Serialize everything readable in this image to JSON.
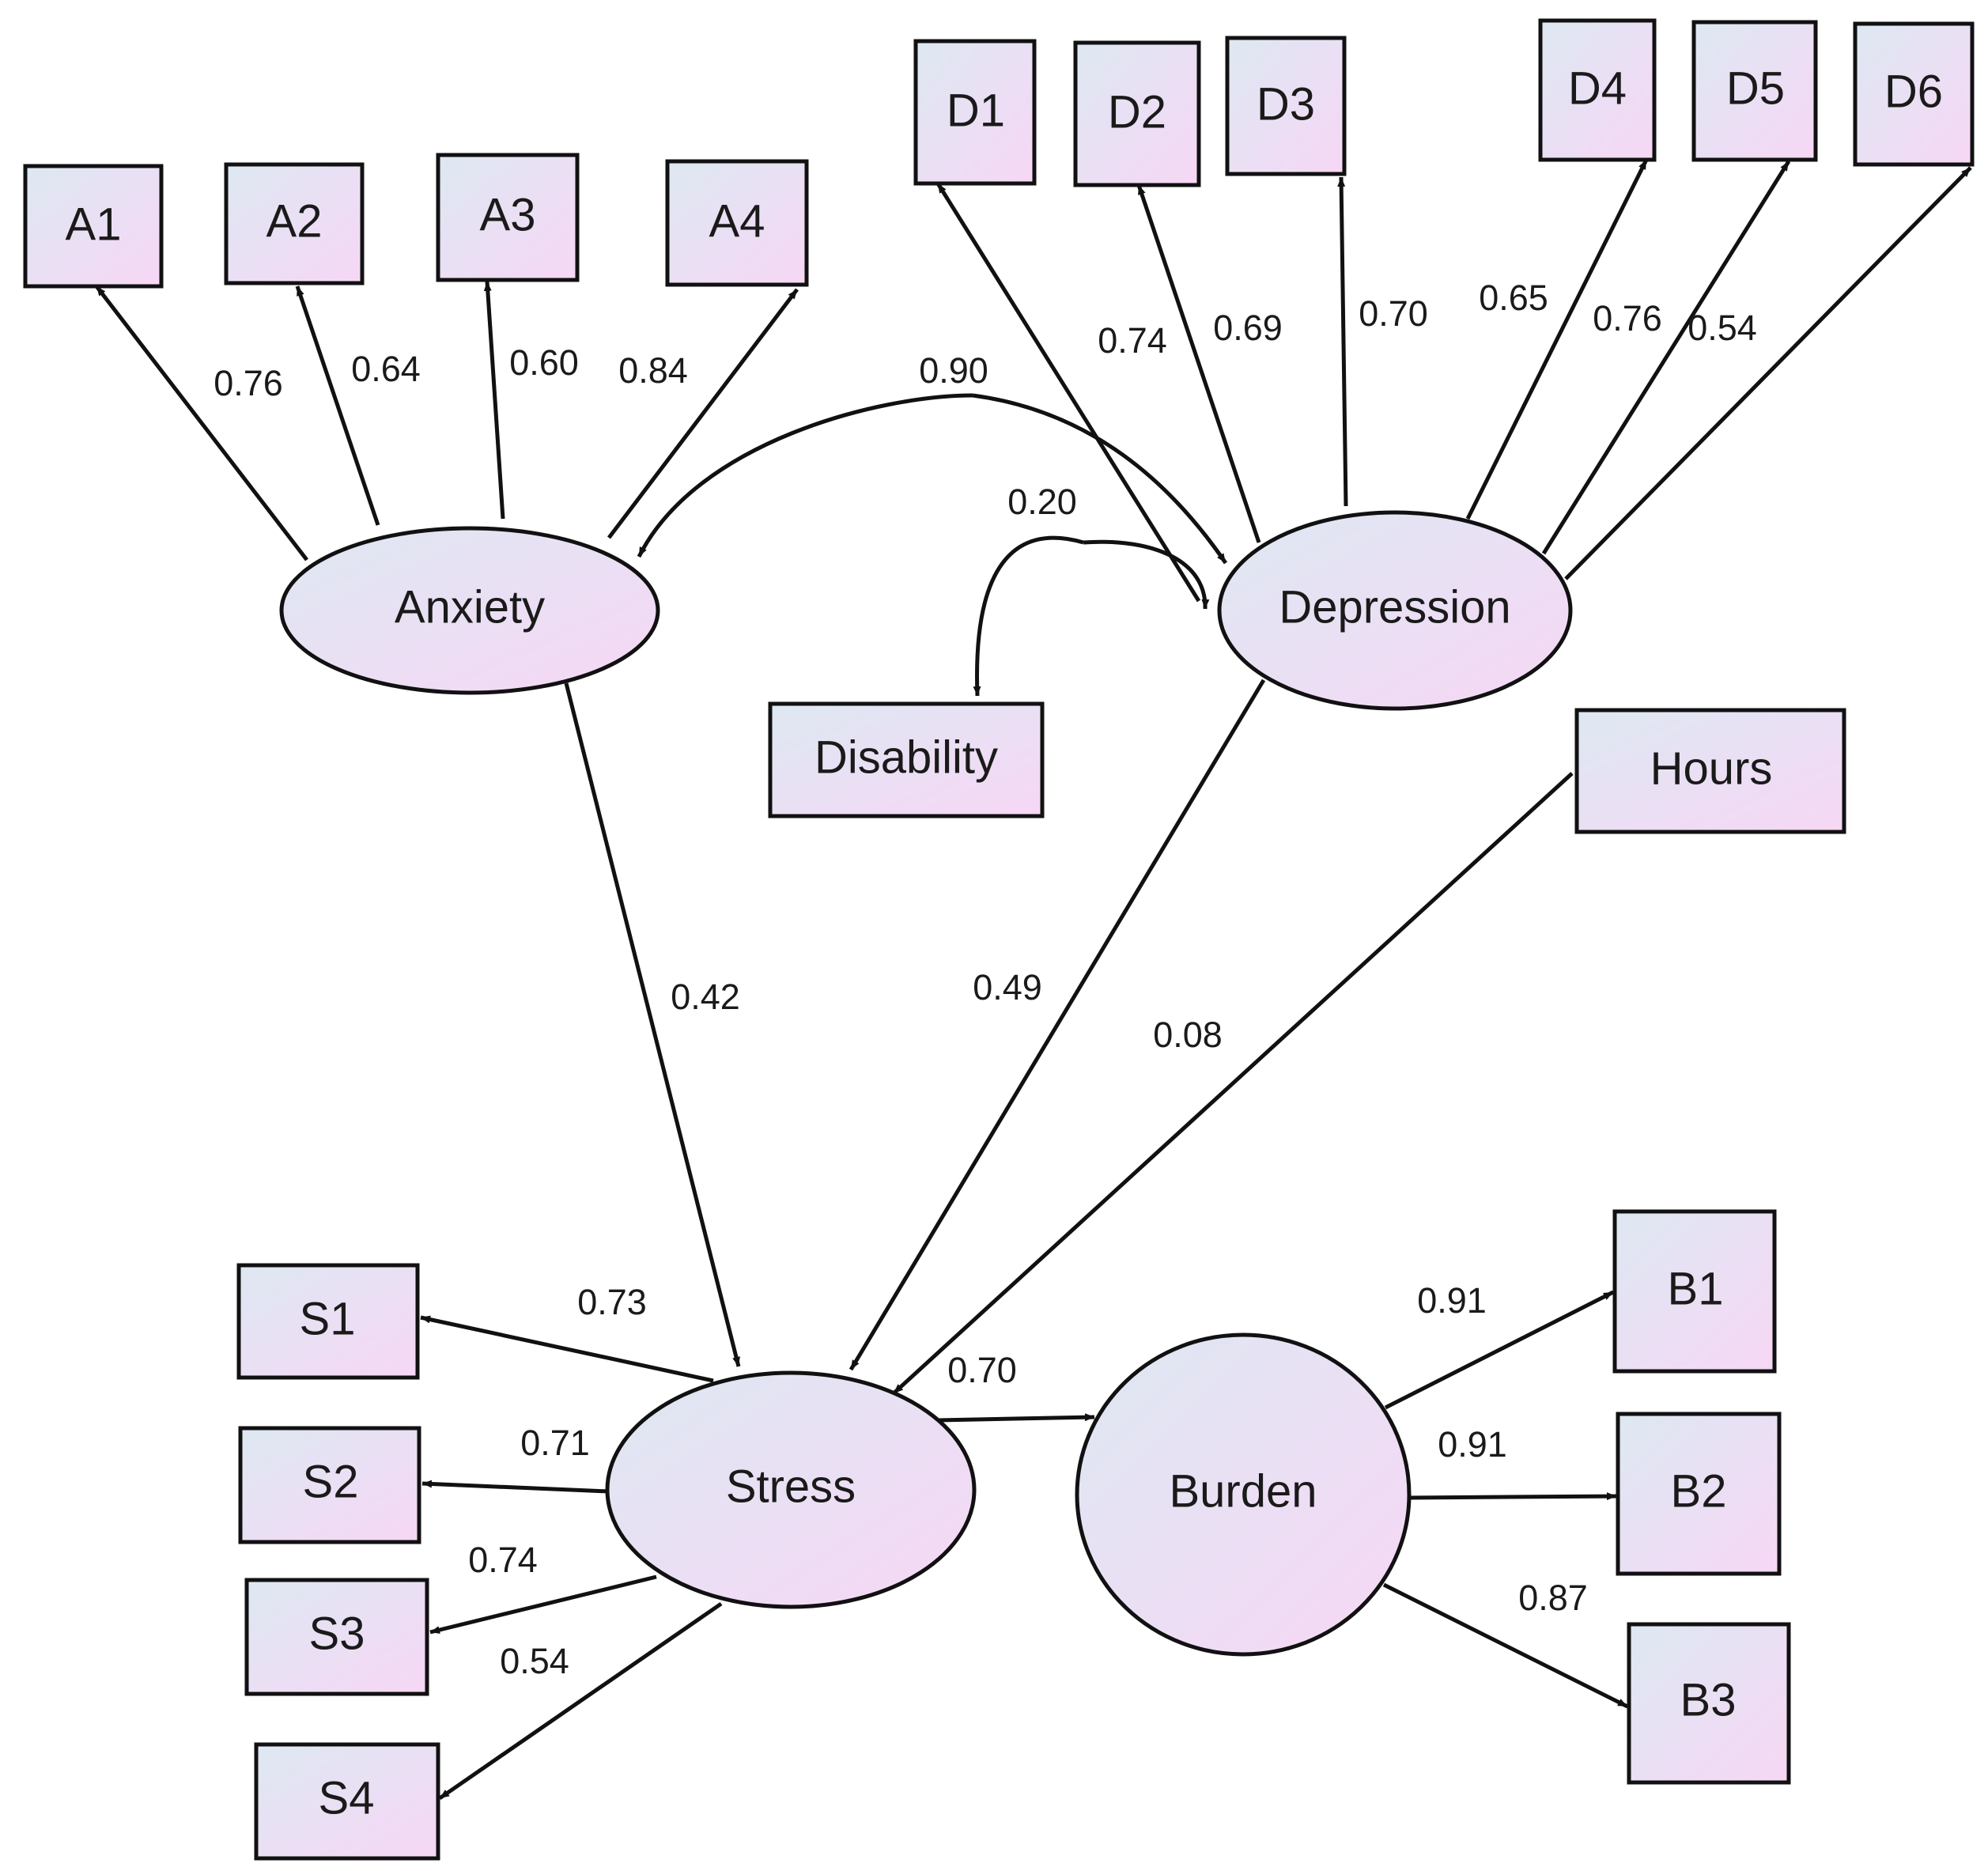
{
  "colors": {
    "fill_start": "#dde8f2",
    "fill_end": "#f7d7f5",
    "stroke": "#111111"
  },
  "nodes": {
    "A1": "A1",
    "A2": "A2",
    "A3": "A3",
    "A4": "A4",
    "D1": "D1",
    "D2": "D2",
    "D3": "D3",
    "D4": "D4",
    "D5": "D5",
    "D6": "D6",
    "S1": "S1",
    "S2": "S2",
    "S3": "S3",
    "S4": "S4",
    "B1": "B1",
    "B2": "B2",
    "B3": "B3",
    "Anxiety": "Anxiety",
    "Depression": "Depression",
    "Stress": "Stress",
    "Burden": "Burden",
    "Disability": "Disability",
    "Hours": "Hours"
  },
  "coefficients": {
    "anx_a1": "0.76",
    "anx_a2": "0.64",
    "anx_a3": "0.60",
    "anx_a4": "0.84",
    "dep_d1": "0.74",
    "dep_d2": "0.69",
    "dep_d3": "0.70",
    "dep_d4": "0.65",
    "dep_d5": "0.76",
    "dep_d6": "0.54",
    "anx_dep": "0.90",
    "dis_dep": "0.20",
    "anx_stress": "0.42",
    "dep_stress": "0.49",
    "hours_stress": "0.08",
    "stress_s1": "0.73",
    "stress_s2": "0.71",
    "stress_s3": "0.74",
    "stress_s4": "0.54",
    "stress_burden": "0.70",
    "burden_b1": "0.91",
    "burden_b2": "0.91",
    "burden_b3": "0.87"
  }
}
